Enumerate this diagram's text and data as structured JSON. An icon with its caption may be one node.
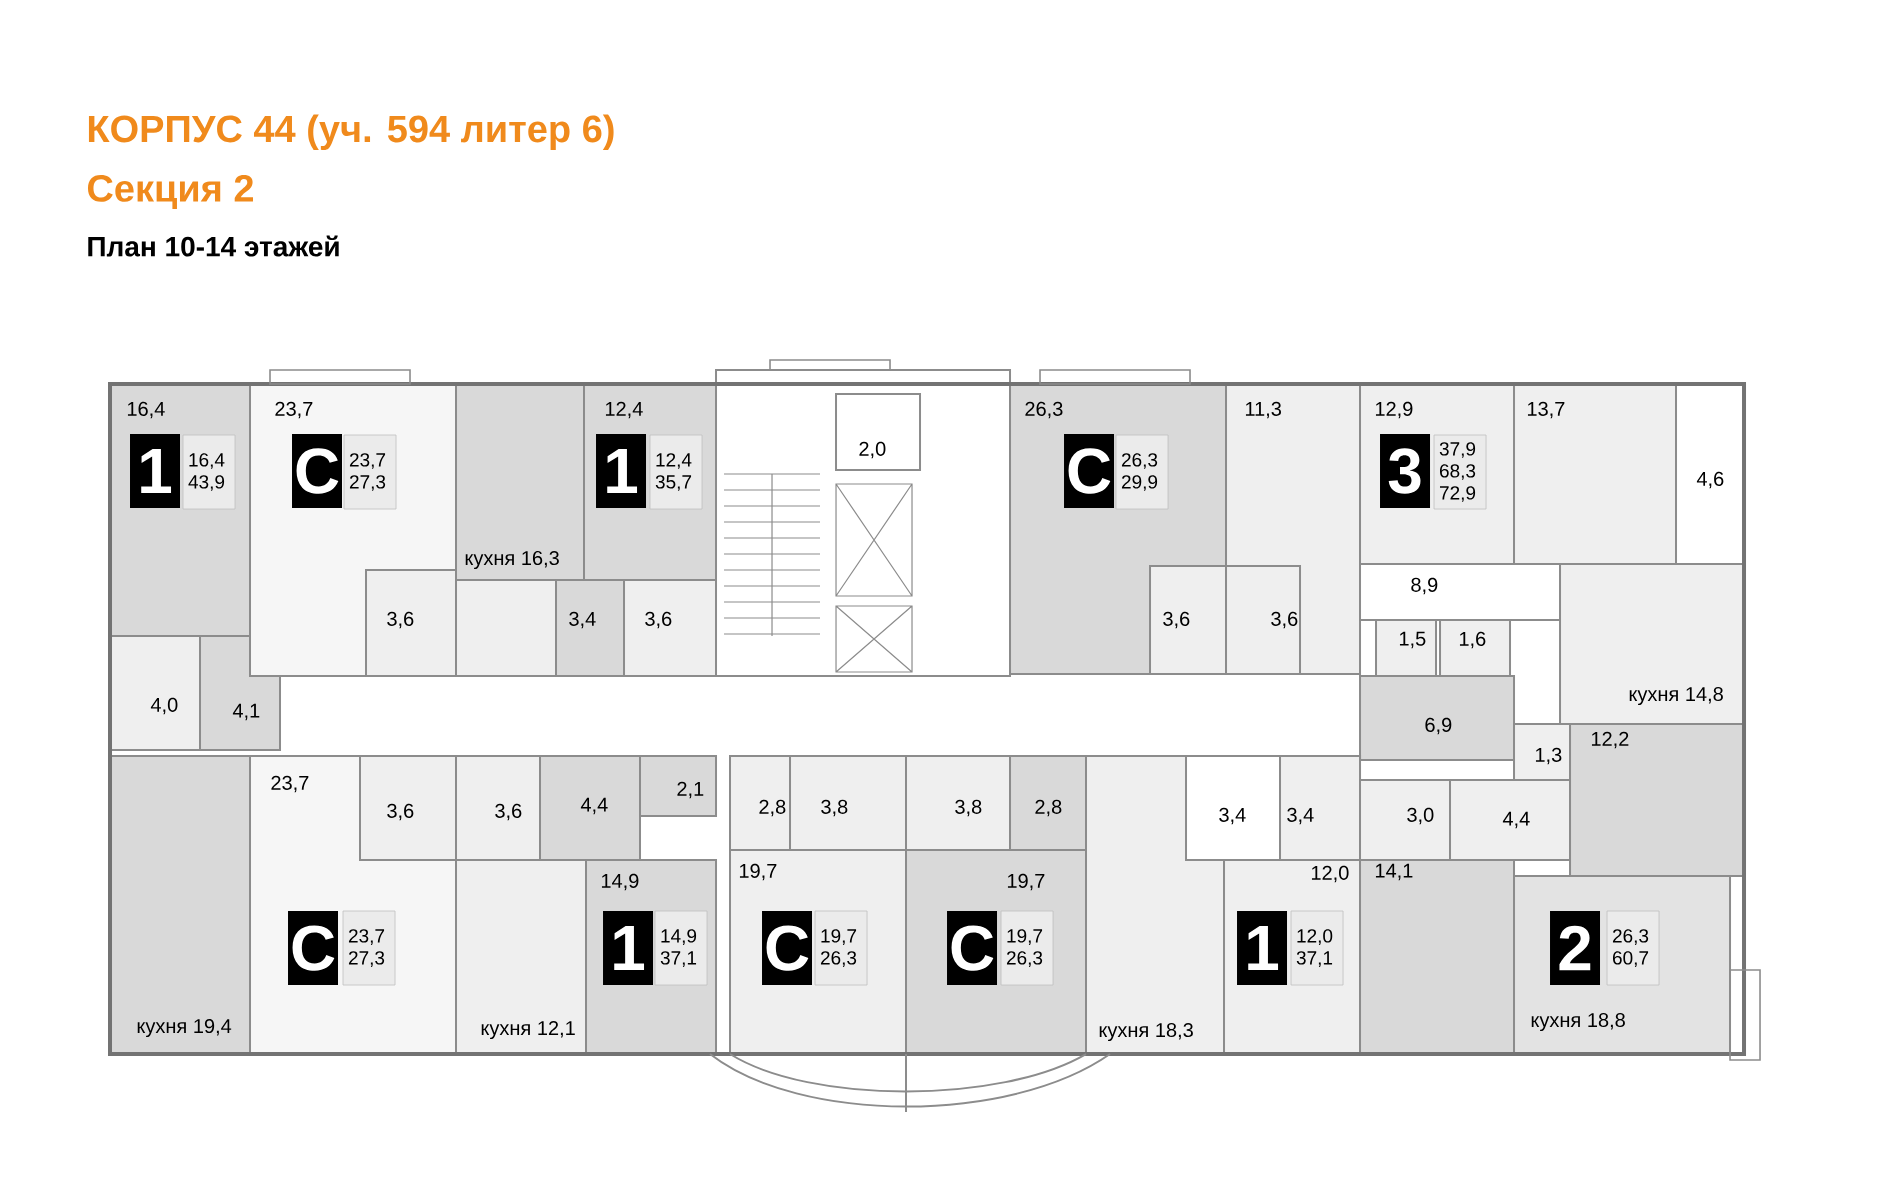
{
  "diagram": {
    "title": "КОРПУС 44 (уч. 594 литер 6)",
    "nodes": [
      {
        "text": [
          "1"
        ]
      },
      {
        "text": [
          "16,4 43,9"
        ]
      },
      {
        "text": [
          "С"
        ]
      },
      {
        "text": [
          "23,7 27,3"
        ]
      },
      {
        "text": [
          "1"
        ]
      },
      {
        "text": [
          "12,4 35,7"
        ]
      },
      {
        "text": [
          "С"
        ]
      },
      {
        "text": [
          "26,3 29,9"
        ]
      },
      {
        "text": [
          "3"
        ]
      },
      {
        "text": [
          "37,9 68,3 72,9"
        ]
      },
      {
        "text": [
          "С"
        ]
      },
      {
        "text": [
          "23,7 27,3"
        ]
      },
      {
        "text": [
          "1"
        ]
      },
      {
        "text": [
          "14,9 37,1"
        ]
      },
      {
        "text": [
          "С"
        ]
      },
      {
        "text": [
          "19,7 26,3"
        ]
      },
      {
        "text": [
          "С"
        ]
      },
      {
        "text": [
          "19,7 26,3"
        ]
      },
      {
        "text": [
          "1"
        ]
      },
      {
        "text": [
          "12,0 37,1"
        ]
      },
      {
        "text": [
          "2"
        ]
      },
      {
        "text": [
          "26,3 60,7"
        ]
      }
    ],
    "labels": [
      "Секция 2",
      "План 10-14 этажей",
      "16,4",
      "23,7",
      "12,4",
      "26,3",
      "11,3",
      "12,9",
      "13,7",
      "2,0",
      "4,6",
      "кухня 16,3",
      "8,9",
      "3,6",
      "3,4",
      "3,6",
      "3,6",
      "3,6",
      "1,5",
      "1,6",
      "4,0",
      "4,1",
      "6,9",
      "1,3",
      "12,2",
      "кухня 14,8",
      "23,7",
      "3,6",
      "3,6",
      "4,4",
      "2,1",
      "2,8",
      "3,8",
      "3,8",
      "2,8",
      "3,4",
      "3,4",
      "3,0",
      "4,4",
      "14,9",
      "19,7",
      "19,7",
      "12,0",
      "14,1",
      "кухня 19,4",
      "кухня 12,1",
      "кухня 18,3",
      "кухня 18,8"
    ]
  }
}
